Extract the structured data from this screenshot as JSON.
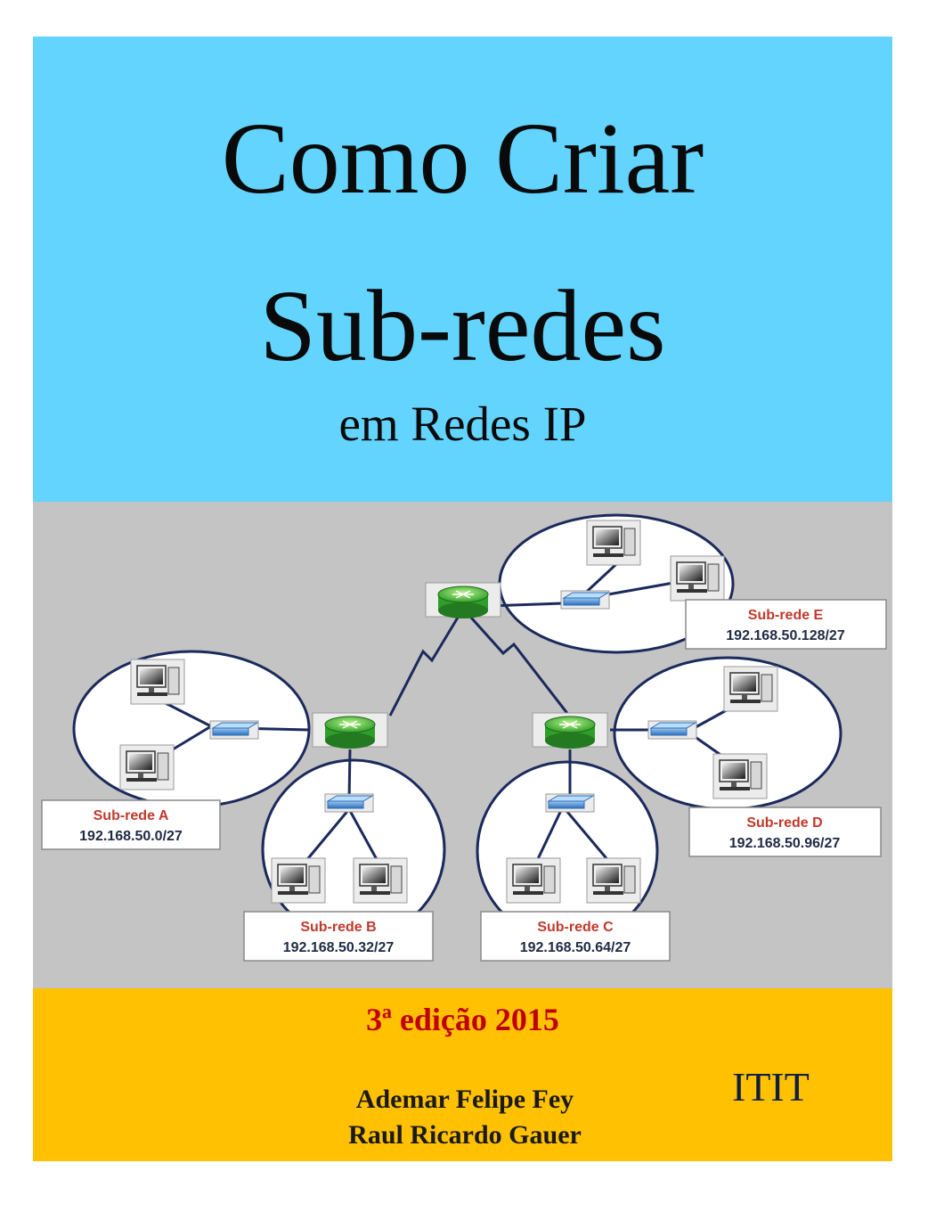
{
  "cover": {
    "title_line1": "Como Criar",
    "title_line2": "Sub-redes",
    "subtitle": "em Redes IP",
    "edition": "3ª edição 2015",
    "authors": [
      "Ademar Felipe Fey",
      "Raul Ricardo Gauer"
    ],
    "publisher": "ITIT",
    "colors": {
      "top_band": "#62d4fe",
      "middle_band": "#c4c4c4",
      "bottom_band": "#ffc102",
      "edition_text": "#c00000"
    }
  },
  "diagram": {
    "subnets": [
      {
        "name": "Sub-rede A",
        "ip": "192.168.50.0/27"
      },
      {
        "name": "Sub-rede B",
        "ip": "192.168.50.32/27"
      },
      {
        "name": "Sub-rede C",
        "ip": "192.168.50.64/27"
      },
      {
        "name": "Sub-rede D",
        "ip": "192.168.50.96/27"
      },
      {
        "name": "Sub-rede E",
        "ip": "192.168.50.128/27"
      }
    ],
    "icons": [
      "router-icon",
      "switch-icon",
      "computer-icon"
    ]
  }
}
